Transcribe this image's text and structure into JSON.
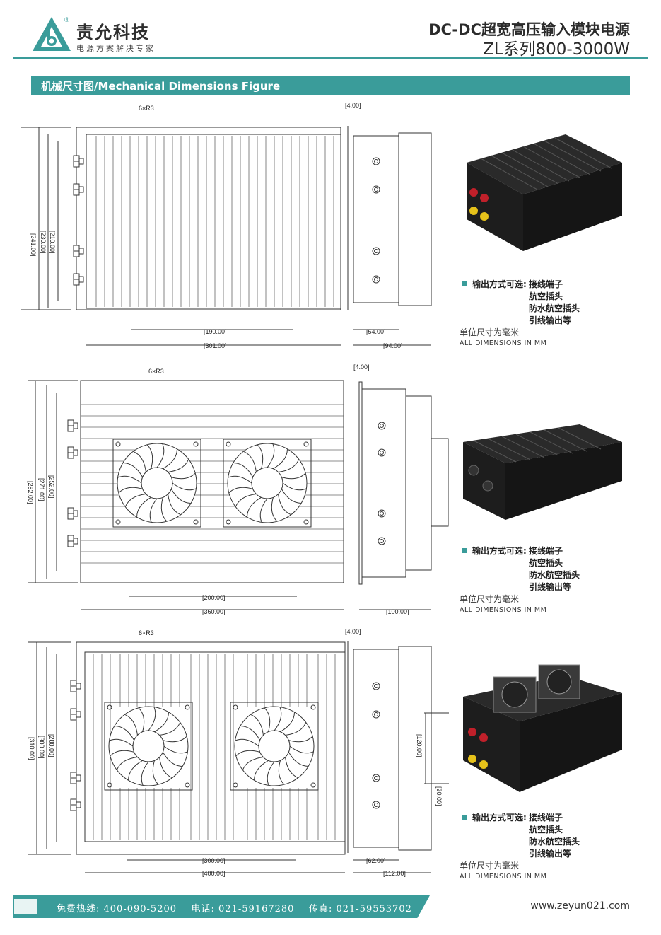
{
  "header": {
    "company_name": "责允科技",
    "slogan": "电源方案解决专家",
    "registered_mark": "®",
    "title_line1": "DC-DC超宽高压输入模块电源",
    "title_line2": "ZL系列800-3000W"
  },
  "section": {
    "title": "机械尺寸图/Mechanical Dimensions Figure"
  },
  "drawings": [
    {
      "radius_note": "6×R3",
      "dims_vertical": [
        "[241.00]",
        "[230.00]",
        "[210.00]"
      ],
      "dims_top": "[4.00]",
      "dims_bottom": [
        "[190.00]",
        "[301.00]",
        "[54.00]",
        "[94.00]"
      ]
    },
    {
      "radius_note": "6×R3",
      "dims_vertical": [
        "[282.00]",
        "[271.00]",
        "[252.00]"
      ],
      "dims_top": "[4.00]",
      "dims_bottom": [
        "[200.00]",
        "[360.00]",
        "[100.00]"
      ]
    },
    {
      "radius_note": "6×R3",
      "dims_vertical": [
        "[310.00]",
        "[300.00]",
        "[280.00]"
      ],
      "dims_top": "[4.00]",
      "dims_side": [
        "[120.00]",
        "[20.00]"
      ],
      "dims_bottom": [
        "[300.00]",
        "[400.00]",
        "[62.00]",
        "[112.00]"
      ]
    }
  ],
  "output_options": {
    "label": "输出方式可选:",
    "items": [
      "接线端子",
      "航空插头",
      "防水航空插头",
      "引线输出等"
    ]
  },
  "units": {
    "cn": "单位尺寸为毫米",
    "en": "ALL DIMENSIONS IN MM"
  },
  "footer": {
    "hotline": "免费热线: 400-090-5200",
    "phone": "电话: 021-59167280",
    "fax": "传真: 021-59553702",
    "website": "www.zeyun021.com"
  },
  "colors": {
    "accent": "#3a9c9a",
    "text": "#222222"
  }
}
